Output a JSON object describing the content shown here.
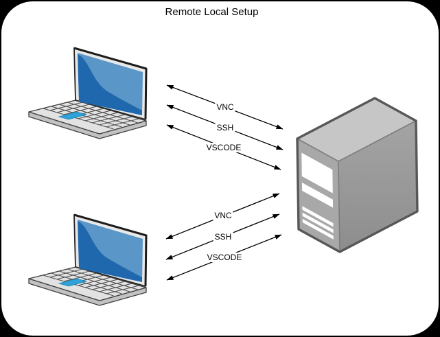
{
  "window": {
    "frame_color": "#000000",
    "canvas_color": "#ffffff"
  },
  "diagram": {
    "title": "Remote Local Setup",
    "nodes": [
      {
        "name": "laptop-top",
        "kind": "laptop",
        "icon": "laptop-icon"
      },
      {
        "name": "laptop-bottom",
        "kind": "laptop",
        "icon": "laptop-icon"
      },
      {
        "name": "server",
        "kind": "server",
        "icon": "server-tower-icon"
      }
    ],
    "edge_groups": [
      {
        "name": "laptop-top-to-server",
        "edges": [
          {
            "label": "VNC",
            "style": "double-arrow"
          },
          {
            "label": "SSH",
            "style": "double-arrow"
          },
          {
            "label": "VSCODE",
            "style": "double-arrow"
          }
        ]
      },
      {
        "name": "laptop-bottom-to-server",
        "edges": [
          {
            "label": "VNC",
            "style": "double-arrow"
          },
          {
            "label": "SSH",
            "style": "double-arrow"
          },
          {
            "label": "VSCODE",
            "style": "double-arrow"
          }
        ]
      }
    ],
    "colors": {
      "arrow": "#000000",
      "label_text": "#000000",
      "laptop_screen_dark_blue": "#1f68ae",
      "laptop_screen_light_blue": "#5a96c8",
      "laptop_trackpad_blue": "#2fa2d9",
      "laptop_body_gray": "#e2e2e2",
      "server_top_gray": "#c6c6c6",
      "server_front_gray": "#a8a8a8",
      "server_side_gray": "#979797",
      "server_outline_gray": "#575757"
    }
  }
}
